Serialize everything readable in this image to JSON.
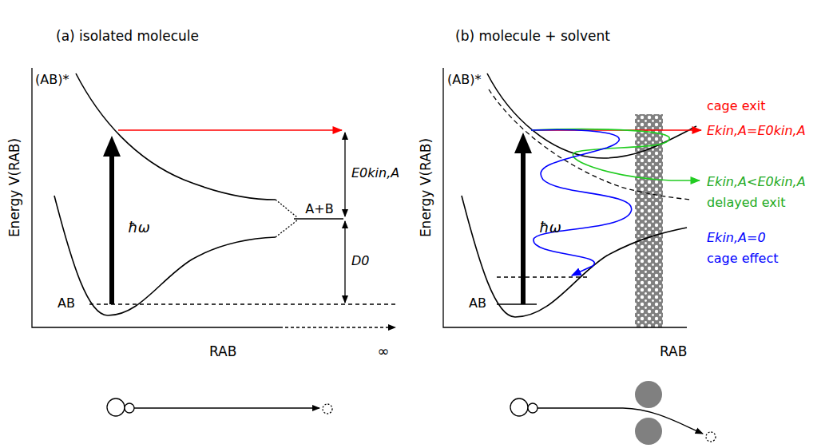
{
  "diagram": {
    "labels": [
      "(a) isolated molecule",
      "(b) molecule + solvent",
      "Energy V(RAB)",
      "Energy V(RAB)",
      "(AB)*",
      "(AB)*",
      "ħω",
      "ħω",
      "AB",
      "AB",
      "A+B",
      "E0kin,A",
      "D0",
      "RAB",
      "∞",
      "RAB",
      "cage exit",
      "Ekin,A=E0kin,A",
      "Ekin,A<E0kin,A",
      "delayed exit",
      "Ekin,A=0",
      "cage effect"
    ]
  }
}
